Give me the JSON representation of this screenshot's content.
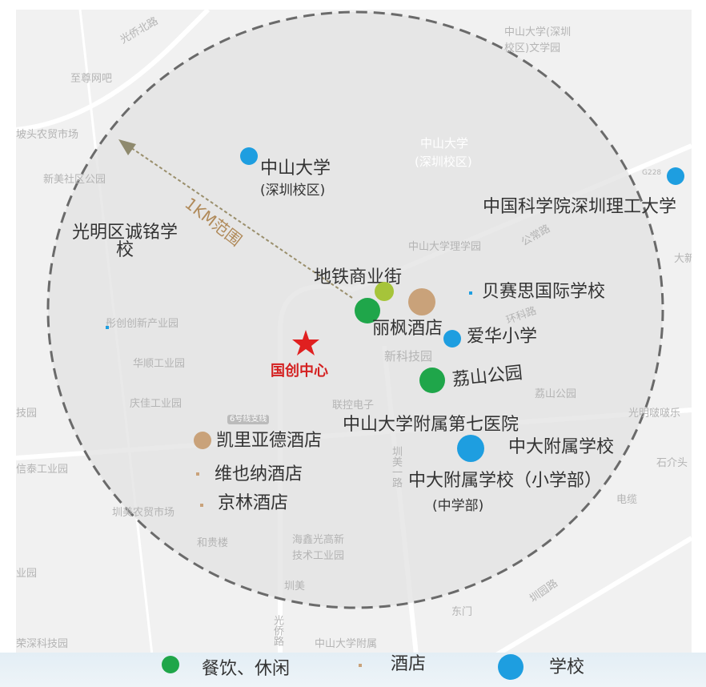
{
  "map": {
    "center": {
      "label": "国创中心",
      "icon": "star-icon",
      "color": "#e02020"
    },
    "range_label": "1KM范围",
    "pois": [
      {
        "label": "中山大学",
        "sublabel": "(深圳校区)",
        "category": "school"
      },
      {
        "label": "中国科学院深圳理工大学",
        "category": "school"
      },
      {
        "label": "光明区诚铭学校",
        "category": "school"
      },
      {
        "label": "地铁商业街",
        "category": "dining"
      },
      {
        "label": "贝赛思国际学校",
        "category": "school"
      },
      {
        "label": "丽枫酒店",
        "category": "hotel"
      },
      {
        "label": "爱华小学",
        "category": "school"
      },
      {
        "label": "荔山公园",
        "category": "dining"
      },
      {
        "label": "中山大学附属第七医院",
        "category": "other"
      },
      {
        "label": "凯里亚德酒店",
        "category": "hotel"
      },
      {
        "label": "中大附属学校",
        "category": "school"
      },
      {
        "label": "维也纳酒店",
        "category": "hotel"
      },
      {
        "label": "中大附属学校（小学部）",
        "category": "school"
      },
      {
        "label": "京林酒店",
        "category": "hotel"
      },
      {
        "label": "(中学部)",
        "category": "school"
      }
    ],
    "base_labels": [
      "光侨北路",
      "至尊网吧",
      "坡头农贸市场",
      "新美社区公园",
      "中山大学(深圳",
      "校区)文学园",
      "中山大学",
      "(深圳校区)",
      "G228",
      "中山大学理学园",
      "公常路",
      "大新",
      "环科路",
      "彤创创新产业园",
      "华顺工业园",
      "新科技园",
      "荔山公园",
      "庆佳工业园",
      "6号线支线",
      "联控电子",
      "光明啵啵乐",
      "技园",
      "信泰工业园",
      "石介头",
      "圳美农贸市场",
      "电缆",
      "和贵楼",
      "海鑫光高新",
      "技术工业园",
      "业园",
      "圳美",
      "东门",
      "圳园路",
      "光侨路",
      "中山大学附属",
      "荣深科技园",
      "圳美一路"
    ],
    "colors": {
      "dining": "#1fa64a",
      "hotel": "#c9a27a",
      "school": "#1e9ee0",
      "range": "#b08a5a"
    }
  },
  "legend": [
    {
      "label": "餐饮、休闲",
      "color": "#1fa64a"
    },
    {
      "label": "酒店",
      "color": "#c9a27a"
    },
    {
      "label": "学校",
      "color": "#1e9ee0"
    }
  ]
}
